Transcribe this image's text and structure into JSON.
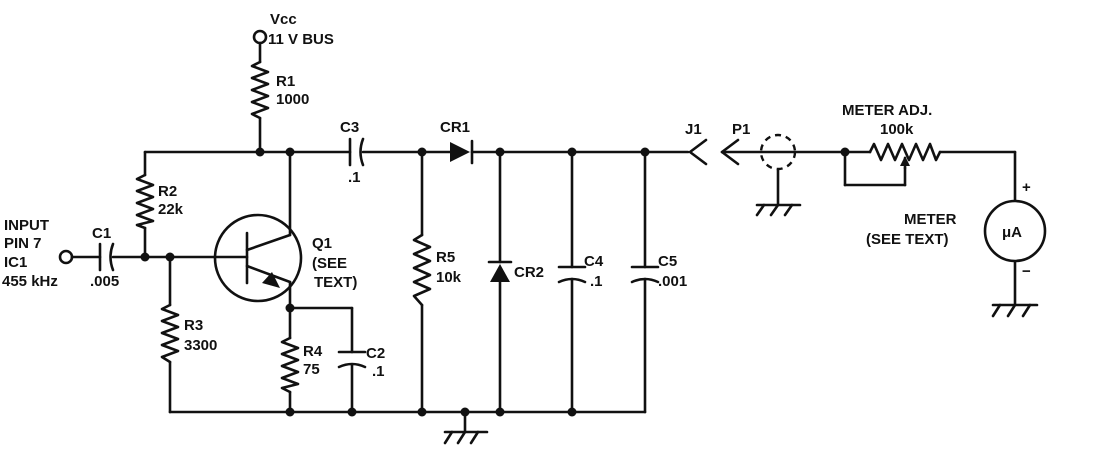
{
  "supply": {
    "name": "Vcc",
    "bus": "11 V BUS"
  },
  "input": {
    "line1": "INPUT",
    "line2": "PIN 7",
    "line3": "IC1",
    "line4": "455 kHz"
  },
  "components": {
    "r1": {
      "ref": "R1",
      "value": "1000"
    },
    "r2": {
      "ref": "R2",
      "value": "22k"
    },
    "r3": {
      "ref": "R3",
      "value": "3300"
    },
    "r4": {
      "ref": "R4",
      "value": "75"
    },
    "r5": {
      "ref": "R5",
      "value": "10k"
    },
    "c1": {
      "ref": "C1",
      "value": ".005"
    },
    "c2": {
      "ref": "C2",
      "value": ".1"
    },
    "c3": {
      "ref": "C3",
      "value": ".1"
    },
    "c4": {
      "ref": "C4",
      "value": ".1"
    },
    "c5": {
      "ref": "C5",
      "value": ".001"
    },
    "q1": {
      "ref": "Q1",
      "note1": "(SEE",
      "note2": "TEXT)"
    },
    "cr1": {
      "ref": "CR1"
    },
    "cr2": {
      "ref": "CR2"
    },
    "j1": {
      "ref": "J1"
    },
    "p1": {
      "ref": "P1"
    },
    "meter_adj": {
      "name": "METER ADJ.",
      "value": "100k"
    },
    "meter": {
      "name": "METER",
      "note": "(SEE TEXT)",
      "symbol": "μA",
      "plus": "+",
      "minus": "−"
    }
  }
}
